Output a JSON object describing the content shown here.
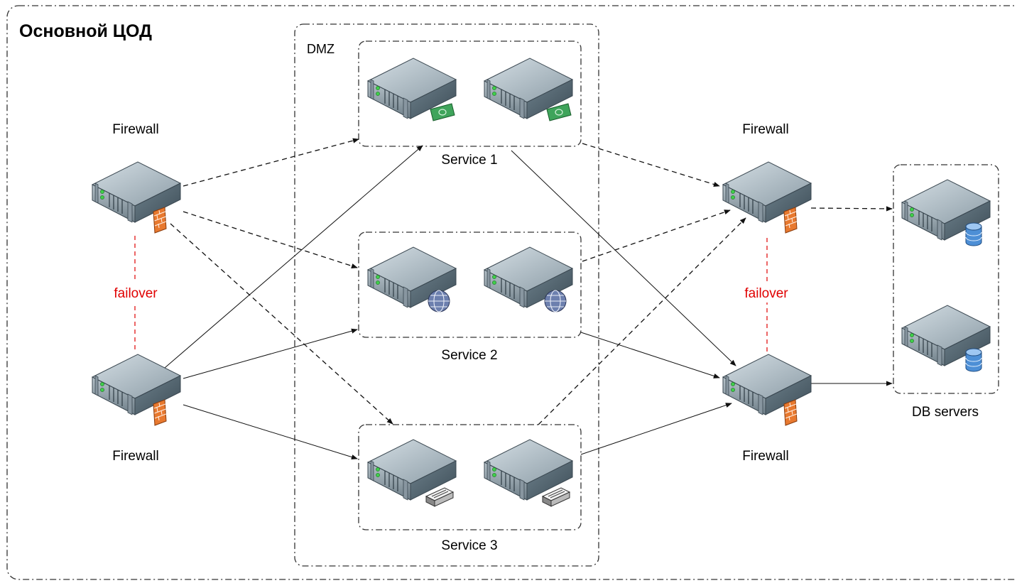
{
  "title": "Основной ЦОД",
  "zones": {
    "dmz": "DMZ",
    "db": "DB servers"
  },
  "labels": {
    "fw_left_top": "Firewall",
    "fw_left_bottom": "Firewall",
    "fw_right_top": "Firewall",
    "fw_right_bottom": "Firewall",
    "service1": "Service 1",
    "service2": "Service 2",
    "service3": "Service 3",
    "failover_left": "failover",
    "failover_right": "failover"
  },
  "colors": {
    "failover": "#e00000",
    "server_body": "#5a6c77",
    "firewall_badge": "#e8792f",
    "money_badge": "#3fa45b",
    "db_badge": "#4d8fd6"
  },
  "icons": {
    "firewall": "server-firewall-icon",
    "service1": "server-money-icon",
    "service2": "server-globe-icon",
    "service3": "server-network-card-icon",
    "db": "server-database-icon"
  }
}
